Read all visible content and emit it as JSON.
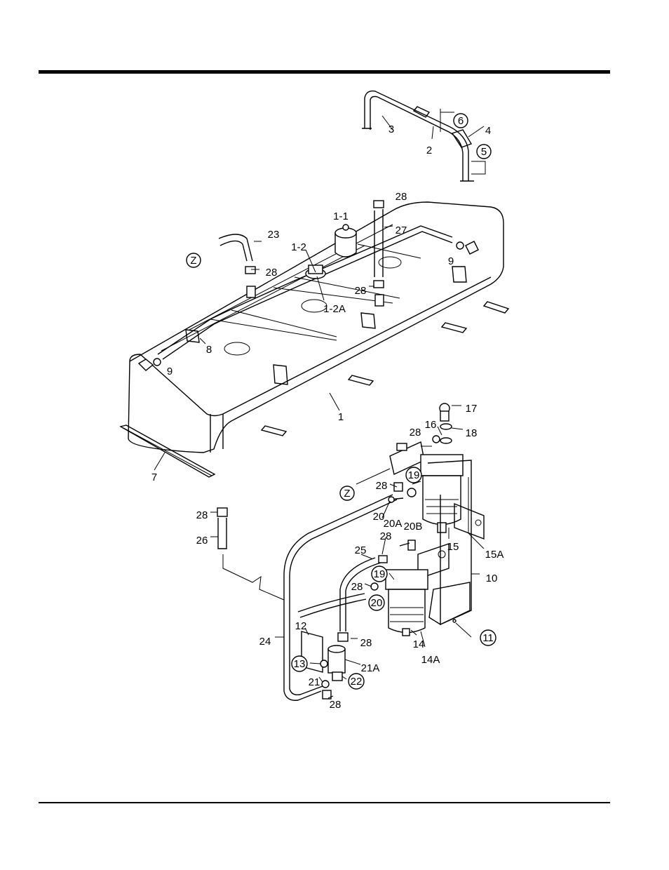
{
  "diagram": {
    "callouts": [
      {
        "id": "c3",
        "text": "3"
      },
      {
        "id": "c2",
        "text": "2"
      },
      {
        "id": "c4",
        "text": "4"
      },
      {
        "id": "c6",
        "text": "6",
        "circled": true
      },
      {
        "id": "c5",
        "text": "5",
        "circled": true
      },
      {
        "id": "c28a",
        "text": "28"
      },
      {
        "id": "c1-1",
        "text": "1-1"
      },
      {
        "id": "c27",
        "text": "27"
      },
      {
        "id": "c23",
        "text": "23"
      },
      {
        "id": "cZa",
        "text": "Z",
        "circled": true
      },
      {
        "id": "c28b",
        "text": "28"
      },
      {
        "id": "c1-2",
        "text": "1-2"
      },
      {
        "id": "c9a",
        "text": "9"
      },
      {
        "id": "c28c",
        "text": "28"
      },
      {
        "id": "c1-2A",
        "text": "1-2A"
      },
      {
        "id": "c8",
        "text": "8"
      },
      {
        "id": "c9b",
        "text": "9"
      },
      {
        "id": "c1",
        "text": "1"
      },
      {
        "id": "c7",
        "text": "7"
      },
      {
        "id": "c17",
        "text": "17"
      },
      {
        "id": "c16",
        "text": "16"
      },
      {
        "id": "c18",
        "text": "18"
      },
      {
        "id": "c28d",
        "text": "28"
      },
      {
        "id": "c19a",
        "text": "19",
        "circled": true
      },
      {
        "id": "cZb",
        "text": "Z",
        "circled": true
      },
      {
        "id": "c28e",
        "text": "28"
      },
      {
        "id": "c20",
        "text": "20"
      },
      {
        "id": "c20A",
        "text": "20A"
      },
      {
        "id": "c20B",
        "text": "20B"
      },
      {
        "id": "c28f",
        "text": "28"
      },
      {
        "id": "c26",
        "text": "26"
      },
      {
        "id": "c15",
        "text": "15"
      },
      {
        "id": "c15A",
        "text": "15A"
      },
      {
        "id": "c28g",
        "text": "28"
      },
      {
        "id": "c25",
        "text": "25"
      },
      {
        "id": "c10",
        "text": "10"
      },
      {
        "id": "c19b",
        "text": "19",
        "circled": true
      },
      {
        "id": "c28h",
        "text": "28"
      },
      {
        "id": "c20c",
        "text": "20",
        "circled": true
      },
      {
        "id": "c12",
        "text": "12"
      },
      {
        "id": "c11",
        "text": "11",
        "circled": true
      },
      {
        "id": "c24",
        "text": "24"
      },
      {
        "id": "c28i",
        "text": "28"
      },
      {
        "id": "c14",
        "text": "14"
      },
      {
        "id": "c14A",
        "text": "14A"
      },
      {
        "id": "c13",
        "text": "13",
        "circled": true
      },
      {
        "id": "c21A",
        "text": "21A"
      },
      {
        "id": "c21",
        "text": "21"
      },
      {
        "id": "c22",
        "text": "22",
        "circled": true
      },
      {
        "id": "c28j",
        "text": "28"
      }
    ]
  }
}
